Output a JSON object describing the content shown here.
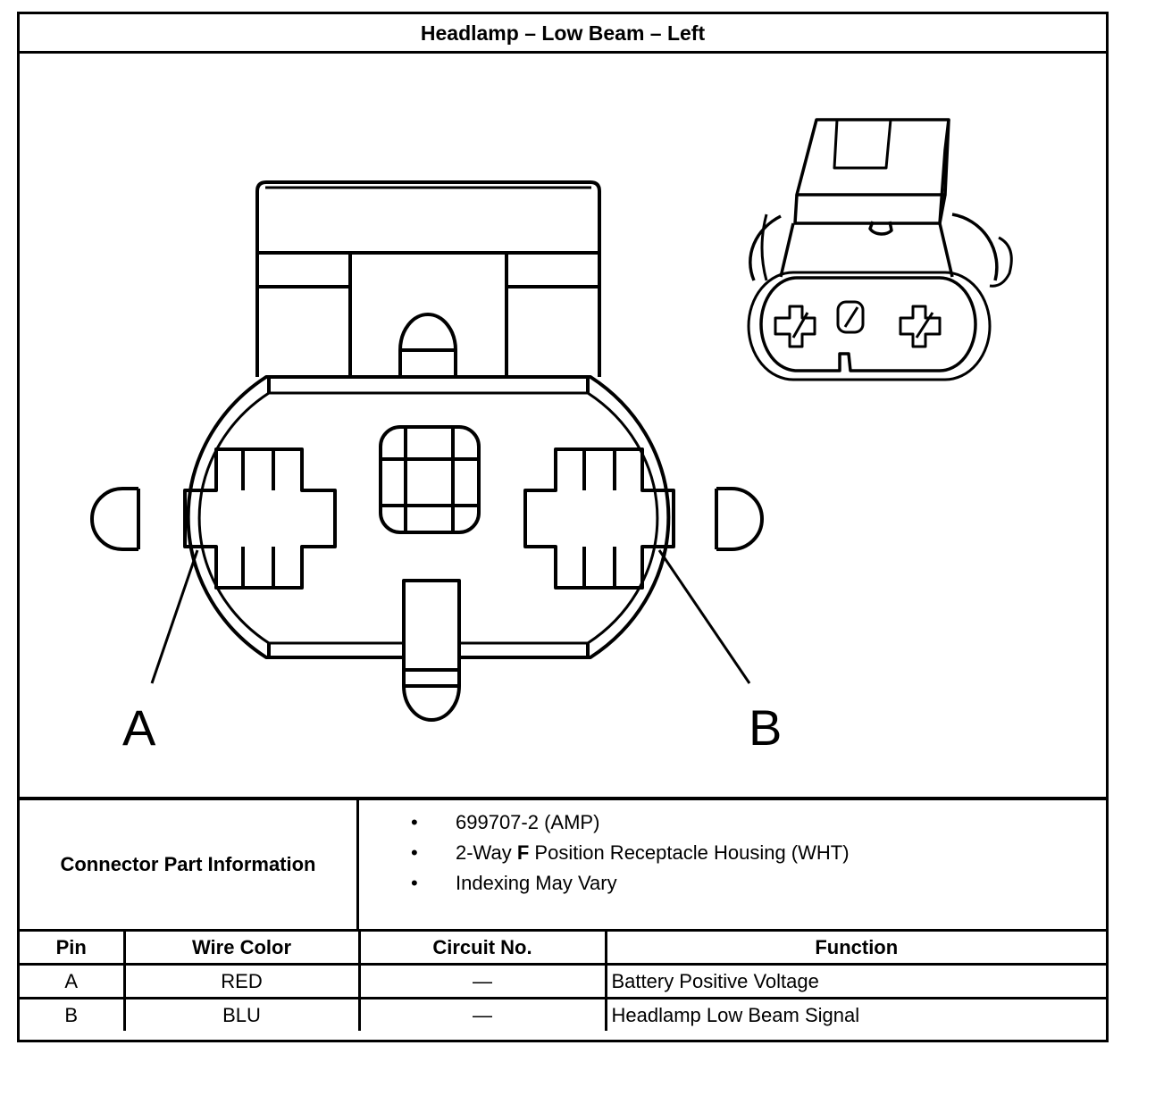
{
  "title": "Headlamp – Low Beam – Left",
  "pin_labels": {
    "a": "A",
    "b": "B"
  },
  "connector_part_info": {
    "label": "Connector Part Information",
    "items": [
      {
        "text": "699707-2 (AMP)"
      },
      {
        "text_prefix": "2-Way ",
        "text_bold": "F",
        "text_suffix": " Position Receptacle Housing (WHT)"
      },
      {
        "text": "Indexing May Vary"
      }
    ],
    "bullet": "•"
  },
  "pin_table": {
    "headers": {
      "pin": "Pin",
      "wire_color": "Wire Color",
      "circuit": "Circuit No.",
      "function": "Function"
    },
    "rows": [
      {
        "pin": "A",
        "wire_color": "RED",
        "circuit": "—",
        "function": "Battery Positive Voltage"
      },
      {
        "pin": "B",
        "wire_color": "BLU",
        "circuit": "—",
        "function": "Headlamp Low Beam Signal"
      }
    ]
  }
}
